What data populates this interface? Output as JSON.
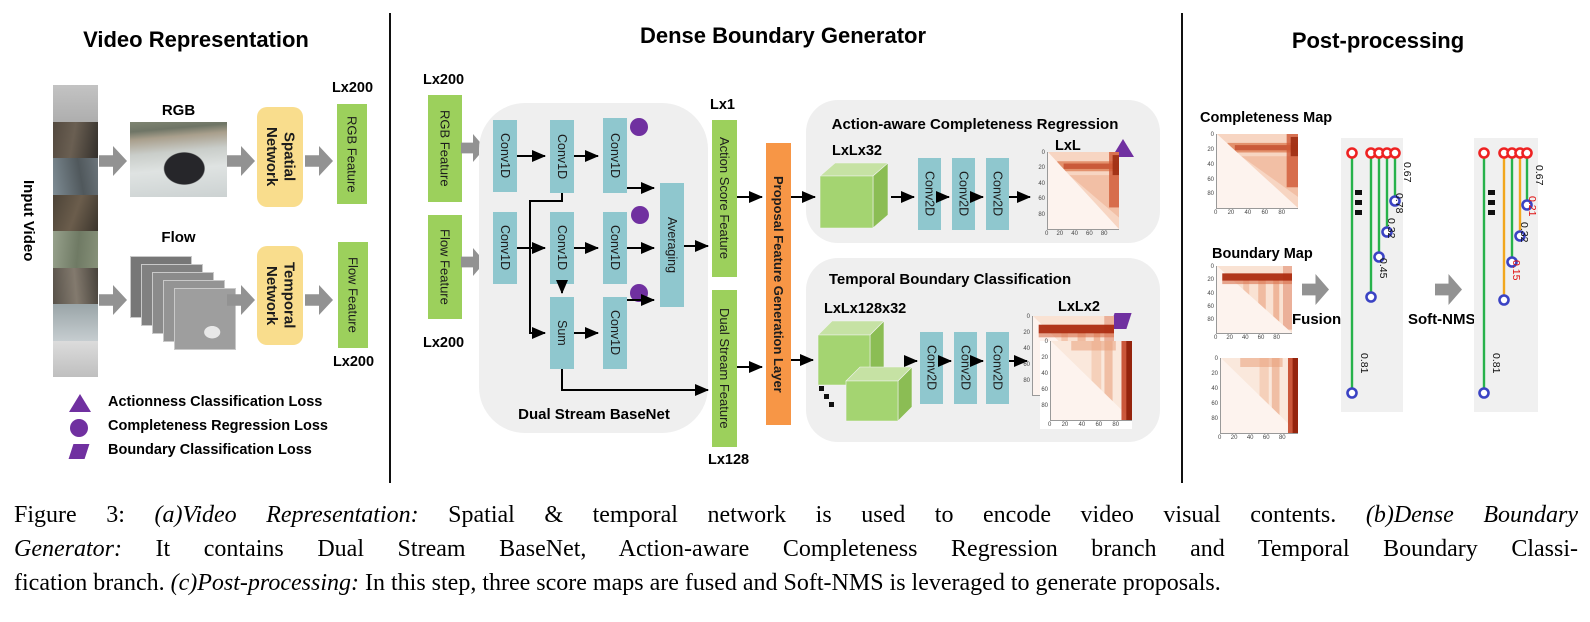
{
  "video": {
    "title": "Video Representation",
    "input_video": "Input Video",
    "rgb_label": "RGB",
    "flow_label": "Flow",
    "spatial_network": "Spatial Network",
    "temporal_network": "Temporal Network",
    "rgb_feature": "RGB Feature",
    "flow_feature": "Flow Feature",
    "dim": "Lx200",
    "legend": [
      {
        "shape": "triangle",
        "label": "Actionness Classification Loss"
      },
      {
        "shape": "circle",
        "label": "Completeness Regression Loss"
      },
      {
        "shape": "parallelogram",
        "label": "Boundary Classification Loss"
      }
    ]
  },
  "dbg": {
    "title": "Dense Boundary Generator",
    "input_dim": "Lx200",
    "rgb_feature": "RGB Feature",
    "flow_feature": "Flow Feature",
    "basenet": "Dual Stream BaseNet",
    "conv1d": "Conv1D",
    "sum": "Sum",
    "averaging": "Averaging",
    "action_score_feature": "Action Score Feature",
    "action_dim": "Lx1",
    "dual_stream_feature": "Dual Stream Feature",
    "dual_dim": "Lx128",
    "pfg_layer": "Proposal Feature Generation Layer",
    "acr_title": "Action-aware Completeness Regression",
    "acr_cube_dim": "LxLx32",
    "tbc_title": "Temporal Boundary Classification",
    "tbc_cube_dim": "LxLx128x32",
    "conv2d": "Conv2D",
    "acr_out_dim": "LxL",
    "tbc_out_dim": "LxLx2"
  },
  "post": {
    "title": "Post-processing",
    "completeness_map": "Completeness Map",
    "boundary_map": "Boundary Map",
    "fusion": "Fusion",
    "soft_nms": "Soft-NMS",
    "heatmap_ticks": [
      "0",
      "20",
      "40",
      "60",
      "80"
    ],
    "fusion_scores": [
      "0.81",
      "0.45",
      "0.32",
      "0.78",
      "0.67"
    ],
    "nms_scores": [
      "0.81",
      "0.15",
      "0.32",
      "0.21",
      "0.67"
    ],
    "nms_suppressed_indices": [
      1,
      3
    ]
  },
  "caption": {
    "l1a": "Figure 3:  ",
    "l1b": "(a)Video Representation:",
    "l1c": " Spatial & temporal network is used to encode video visual contents. ",
    "l1d": "(b)Dense Boundary",
    "l2a": "Generator:",
    "l2b": " It contains Dual Stream BaseNet, Action-aware Completeness Regression branch and Temporal Boundary Classi-",
    "l3a": "fication branch. ",
    "l3b": "(c)Post-processing:",
    "l3c": " In this step, three score maps are fused and Soft-NMS is leveraged to generate proposals."
  },
  "colors": {
    "feature_green": "#9cd05c",
    "conv_teal": "#8fc7ce",
    "network_yellow": "#f9dd8d",
    "pfg_orange": "#f79646",
    "loss_purple": "#7030a0",
    "arrow_gray": "#929292",
    "panel_gray": "#efefef",
    "stem_green": "#27b24b",
    "stem_orange": "#f2a71e",
    "stem_red": "#ee2222",
    "stem_blue": "#3b43c4",
    "nms_red_label": "#e01010"
  }
}
